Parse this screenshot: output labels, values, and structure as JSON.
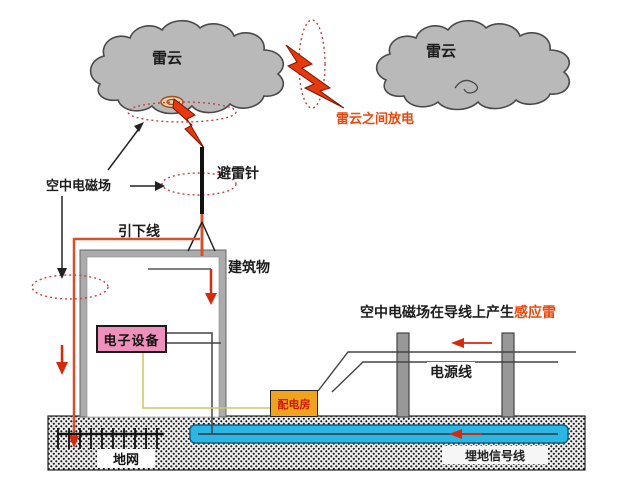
{
  "diagram": {
    "clouds": {
      "left_label": "雷云",
      "right_label": "雷云"
    },
    "annotations": {
      "cloud_discharge": "雷云之间放电",
      "air_em_field": "空中电磁场",
      "lightning_rod": "避雷针",
      "down_conductor": "引下线",
      "building": "建筑物",
      "induced_prefix": "空中电磁场在导线上产生",
      "induced_highlight": "感应雷",
      "power_line": "电源线"
    },
    "boxes": {
      "electronic_equipment": "电子设备",
      "distribution_room": "配电房",
      "ground_grid": "地网",
      "buried_signal_line": "埋地信号线"
    },
    "colors": {
      "cloud_fill": "#b9b9b9",
      "lightning_red": "#e8380d",
      "field_dotted_red": "#c64040",
      "highlight_red": "#e8490f",
      "equipment_pink": "#ef8fbc",
      "distribution_orange": "#f2a31d",
      "signal_cyan": "#2bb7e6",
      "wire_yellow": "#d3c46a",
      "down_conductor_red": "#d6502c"
    }
  }
}
